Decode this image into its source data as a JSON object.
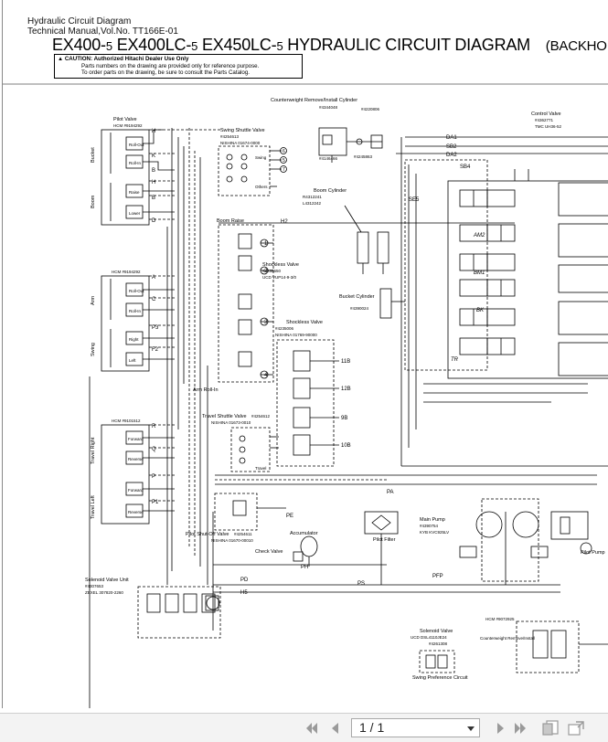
{
  "document": {
    "header_line1": "Hydraulic Circuit Diagram",
    "header_line2": "Technical Manual,Vol.No. TT166E-01",
    "title_model1": "EX400-",
    "title_model1_suffix": "5",
    "title_model2": "EX400LC-",
    "title_model2_suffix": "5",
    "title_model3": "EX450LC-",
    "title_model3_suffix": "5",
    "title_main": "HYDRAULIC CIRCUIT DIAGRAM",
    "title_mode": "(BACKHO",
    "caution_line1": "CAUTION: Authorized Hitachi Dealer Use Only",
    "caution_line2": "Parts numbers on the drawing are provided only for reference purpose.",
    "caution_line3": "To order parts on the drawing, be sure to consult the Parts Catalog."
  },
  "diagram": {
    "pilot_valve_top": "Pilot Valve",
    "pilot_valve_top_no": "HCM #9194292",
    "bucket": "Bucket",
    "roll_out": "Roll-Out",
    "roll_in": "Roll-In",
    "boom": "Boom",
    "raise": "Raise",
    "lower": "Lower",
    "pilot_valve_mid_no": "HCM #9194292",
    "arm": "Arm",
    "swing": "Swing",
    "right": "Right",
    "left": "Left",
    "travel_valve_no": "HCM #9101512",
    "travel_right": "Travel Right",
    "travel_left": "Travel Left",
    "forward": "Forward",
    "reverse": "Reverse",
    "swing_shuttle_valve": "Swing Shuttle Valve",
    "swing_shuttle_no": "#4254613",
    "swing_shuttle_maker": "NISHINA  01674-0000",
    "swing_port": "Swing",
    "others_port": "Others",
    "counterweight_cyl": "Counterweight Remove/Install Cylinder",
    "cw_part1": "#4344048",
    "cw_part2": "#4220806",
    "cw_part3": "#4146466",
    "cw_part4": "#4245863",
    "control_valve": "Control Valve",
    "control_valve_no": "#4362771",
    "control_valve_maker": "TMC  UH36-52",
    "boom_raise": "Boom Raise",
    "boom_cylinder": "Boom Cylinder",
    "boom_cyl_no1": "R4312241",
    "boom_cyl_no2": "L4312242",
    "shockless_valve1": "Shockless Valve",
    "shockless1_no": "#4235650",
    "shockless1_maker": "UCD  VUP14-9-3/0",
    "shockless_valve2": "Shockless Valve",
    "shockless2_no": "#4235006",
    "shockless2_maker": "NISHINA  01769-90000",
    "bucket_cylinder": "Bucket Cylinder",
    "bucket_cyl_no": "#4390024",
    "arm_roll_in": "Arm Roll-In",
    "travel_shuttle": "Travel Shuttle Valve",
    "travel_shuttle_no": "#4254612",
    "travel_shuttle_maker": "NISHINA  01673-0010",
    "travel_port": "Travel",
    "pilot_shutoff": "Pilot Shut-Off Valve",
    "pilot_shutoff_no": "#4254611",
    "pilot_shutoff_maker": "NISHINA  01670-00010",
    "accumulator": "Accumulator",
    "check_valve": "Check Valve",
    "pilot_filter": "Pilot Filter",
    "main_pump": "Main Pump",
    "main_pump_no": "#4390754",
    "main_pump_maker": "KYB KVC925LV",
    "pilot_pump": "Pilot Pump",
    "solenoid_unit": "Solenoid Valve Unit",
    "solenoid_unit_no": "#4307653",
    "solenoid_unit_maker": "ZEXEL  307820-2260",
    "solenoid_valve": "Solenoid Valve",
    "solenoid_valve_maker": "UCD  DSL4110JE24",
    "solenoid_valve_no": "#4261308",
    "swing_pref": "Swing Preference Circuit",
    "cw_remove": "Counterweight Remove/Install",
    "cw_remove_no": "HCM #9072925",
    "spool_am2": "AM2",
    "spool_bm1": "BM1",
    "spool_bk": "BK",
    "spool_tr": "TR"
  },
  "toolbar": {
    "page_display": "1 / 1"
  }
}
